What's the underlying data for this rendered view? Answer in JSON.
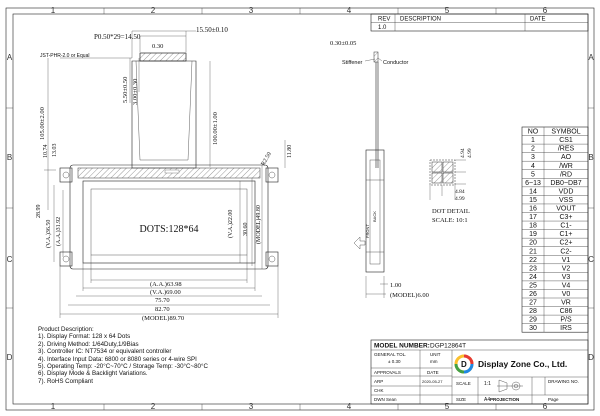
{
  "frame": {
    "col_labels": [
      "1",
      "2",
      "3",
      "4",
      "5",
      "6"
    ],
    "row_labels": [
      "A",
      "B",
      "C",
      "D"
    ]
  },
  "revision": {
    "headers": [
      "REV",
      "DESCRIPTION",
      "DATE"
    ],
    "rows": [
      [
        "1.0",
        "",
        ""
      ]
    ]
  },
  "front_view": {
    "top_dims": [
      "P0.50*29=14.50",
      "15.50±0.10",
      "0.30"
    ],
    "connector": "JST-PHR-2.0 or Equal",
    "fpc_dims": [
      "5.50±0.50",
      "3.00±0.30"
    ],
    "left_dims": [
      "105.00±2.00",
      "10.74",
      "13.03",
      "28.99",
      "(V.A.)36.50",
      "(A.A.)31.92"
    ],
    "tail_dim": "100.00±1.00",
    "radius": "R2.50",
    "right_dims": [
      "11.80",
      "(V.A.)22.00",
      "30.60",
      "(MODEL)49.80"
    ],
    "screen_text": "DOTS:128*64",
    "bottom_dims": [
      "(A.A.)63.98",
      "(V.A.)69.00",
      "75.70",
      "82.70",
      "(MODEL)89.70"
    ]
  },
  "side_view": {
    "thickness": "0.30±0.05",
    "stiffener": "Stiffener",
    "conductor": "Conductor",
    "front": "FRONT",
    "back": "BACK",
    "bottom_dims": [
      "1.00",
      "(MODEL)6.00"
    ]
  },
  "dot_detail": {
    "dims": [
      "4.94",
      "4.99",
      "4.84",
      "4.99"
    ],
    "title": "DOT DETAIL",
    "scale": "SCALE: 10:1"
  },
  "pin_table": {
    "headers": [
      "NO",
      "SYMBOL"
    ],
    "rows": [
      [
        "1",
        "CS1"
      ],
      [
        "2",
        "/RES"
      ],
      [
        "3",
        "AO"
      ],
      [
        "4",
        "/WR"
      ],
      [
        "5",
        "/RD"
      ],
      [
        "6~13",
        "DB0~DB7"
      ],
      [
        "14",
        "VDD"
      ],
      [
        "15",
        "VSS"
      ],
      [
        "16",
        "VOUT"
      ],
      [
        "17",
        "C3+"
      ],
      [
        "18",
        "C1-"
      ],
      [
        "19",
        "C1+"
      ],
      [
        "20",
        "C2+"
      ],
      [
        "21",
        "C2-"
      ],
      [
        "22",
        "V1"
      ],
      [
        "23",
        "V2"
      ],
      [
        "24",
        "V3"
      ],
      [
        "25",
        "V4"
      ],
      [
        "26",
        "V0"
      ],
      [
        "27",
        "VR"
      ],
      [
        "28",
        "C86"
      ],
      [
        "29",
        "P/S"
      ],
      [
        "30",
        "IRS"
      ]
    ]
  },
  "description": {
    "title": "Product Description:",
    "items": [
      "1). Display Format: 128 x 64 Dots",
      "2). Driving Method: 1/64Duty,1/9Bias",
      "3). Controller IC: NT7534 or equivalent controller",
      "4). Interface Input Data: 6800 or 8080 series or 4-wire SPI",
      "5). Operating Temp: -20°C~70°C / Storage Temp: -30°C~80°C",
      "6). Display Mode & Backlight Variations.",
      "7). RoHS Compliant"
    ]
  },
  "title_block": {
    "model_label": "MODEL NUMBER:",
    "model_value": "DGP12864T",
    "general_tol": "GENERAL TOL.",
    "tol_value": "± 0.30",
    "unit": "UNIT",
    "unit_value": "mm",
    "approvals": "APPROVALS",
    "date": "DATE",
    "arp": "ARP",
    "arp_date": "2020-05-27",
    "chk": "CHK",
    "dwn": "DWN",
    "dwn_name": "Sean",
    "company": "Display Zone Co., Ltd.",
    "drawing_no": "DRAWING NO.",
    "scale_label": "SCALE",
    "scale_value": "1:1",
    "size_label": "SIZE",
    "size_value": "A4",
    "projection": "PROJECTION",
    "page": "Page",
    "logo_color_1": "#e53935",
    "logo_color_2": "#1e88e5",
    "logo_color_3": "#43a047",
    "logo_color_4": "#fbc02d"
  }
}
